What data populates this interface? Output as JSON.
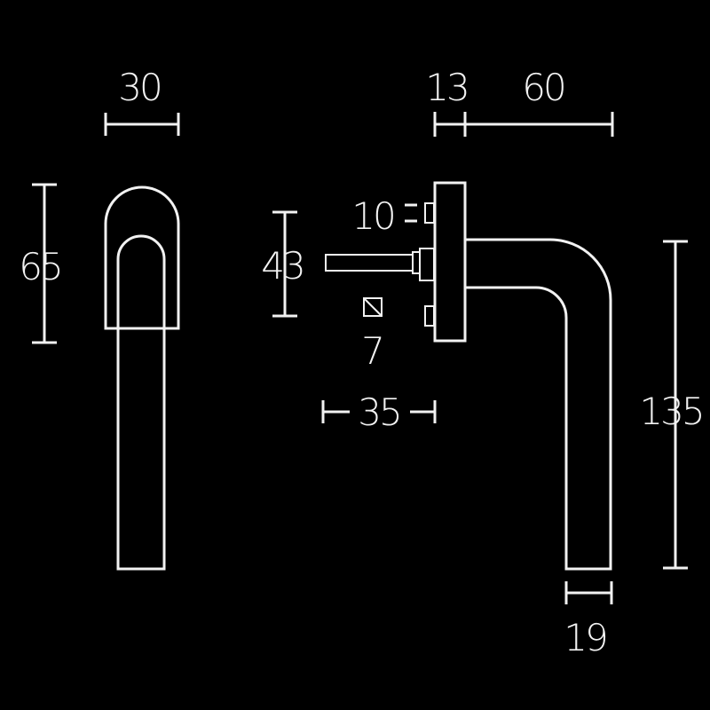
{
  "colors": {
    "background": "#000000",
    "line": "#f2f2f2"
  },
  "dimensions": {
    "front_width": "30",
    "front_rose_height": "65",
    "spindle_height": "43",
    "pin_spacing": "10",
    "square_spindle": "7",
    "spindle_length": "35",
    "rose_depth": "13",
    "handle_projection": "60",
    "handle_length": "135",
    "grip_diameter": "19"
  }
}
